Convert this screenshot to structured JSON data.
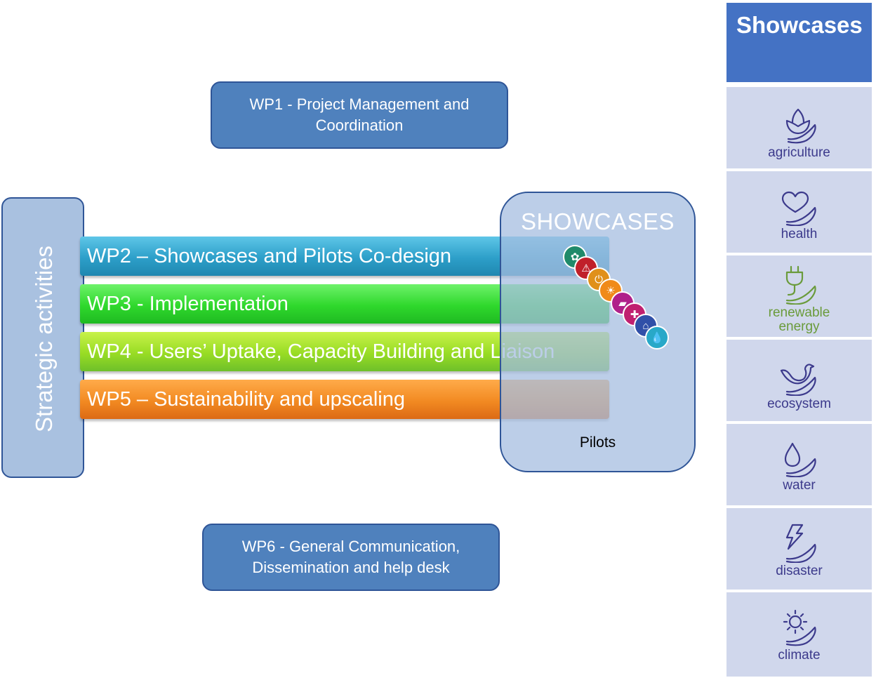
{
  "wp1": {
    "text": "WP1 - Project Management and Coordination",
    "lines": [
      "WP1 - Project Management and",
      "Coordination"
    ]
  },
  "wp6": {
    "lines": [
      "WP6 - General Communication,",
      "Dissemination and help desk"
    ]
  },
  "strategic": {
    "label": "Strategic activities"
  },
  "bars": [
    {
      "label": "WP2 – Showcases and Pilots Co-design",
      "color": "#2d9fc9"
    },
    {
      "label": "WP3 - Implementation",
      "color": "#2fd82c"
    },
    {
      "label": "WP4 - Users’ Uptake, Capacity Building and Liaison",
      "color": "#98dc24"
    },
    {
      "label": "WP5 – Sustainability and upscaling",
      "color": "#f28a22"
    }
  ],
  "showcases_panel": {
    "title": "SHOWCASES",
    "pilots_label": "Pilots",
    "pilot_icons": [
      {
        "name": "agriculture",
        "color": "#1f8a6a"
      },
      {
        "name": "disaster",
        "color": "#c0202a"
      },
      {
        "name": "renewable-energy",
        "color": "#e0901a"
      },
      {
        "name": "climate",
        "color": "#f08a1a"
      },
      {
        "name": "transport",
        "color": "#b0208a"
      },
      {
        "name": "health",
        "color": "#c02070"
      },
      {
        "name": "urban",
        "color": "#3050a8"
      },
      {
        "name": "water",
        "color": "#28a8c8"
      }
    ]
  },
  "sidebar": {
    "title": "Showcases",
    "items": [
      {
        "label": "agriculture",
        "icon": "flower-icon"
      },
      {
        "label": "health",
        "icon": "heart-icon"
      },
      {
        "label_lines": [
          "renewable",
          "energy"
        ],
        "icon": "plug-icon"
      },
      {
        "label": "ecosystem",
        "icon": "bird-icon"
      },
      {
        "label": "water",
        "icon": "water-drop-icon"
      },
      {
        "label": "disaster",
        "icon": "lightning-icon"
      },
      {
        "label": "climate",
        "icon": "sun-icon"
      }
    ]
  },
  "colors": {
    "wp_box": "#4f81bd",
    "sidebar_header": "#4472c4",
    "tile_bg": "#d0d7ec",
    "icon_purple": "#3c3a8c",
    "icon_green": "#6a9b3b"
  }
}
